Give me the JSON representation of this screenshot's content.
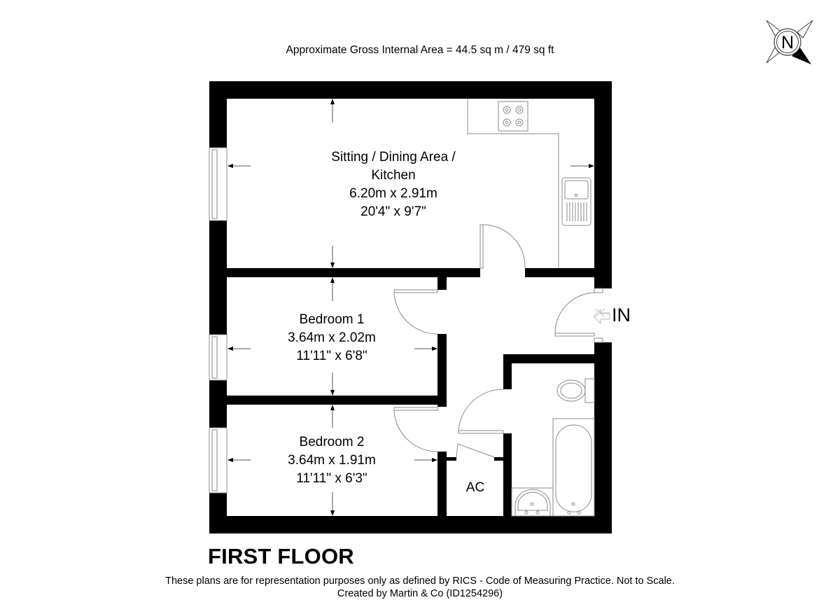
{
  "header": {
    "gross_area": "Approximate Gross Internal Area = 44.5 sq m / 479 sq ft"
  },
  "compass": {
    "icon": "north-compass-icon",
    "label": "N"
  },
  "rooms": [
    {
      "id": "sitting",
      "name_line1": "Sitting / Dining Area /",
      "name_line2": "Kitchen",
      "metric": "6.20m x 2.91m",
      "imperial": "20'4\" x 9'7\""
    },
    {
      "id": "bedroom1",
      "name": "Bedroom 1",
      "metric": "3.64m x 2.02m",
      "imperial": "11'11\" x 6'8\""
    },
    {
      "id": "bedroom2",
      "name": "Bedroom 2",
      "metric": "3.64m x 1.91m",
      "imperial": "11'11\" x 6'3\""
    },
    {
      "id": "airing_cupboard",
      "name": "AC"
    }
  ],
  "entrance": {
    "label": "IN",
    "icon": "entrance-arrow-icon"
  },
  "fixtures": [
    "hob-icon",
    "sink-icon",
    "toilet-icon",
    "bath-icon",
    "basin-icon"
  ],
  "footer": {
    "floor_title": "FIRST FLOOR",
    "disclaimer": "These plans are for representation purposes only as defined by RICS - Code of Measuring Practice. Not to Scale.",
    "credit": "Created by Martin & Co (ID1254296)"
  },
  "colors": {
    "wall": "#000000",
    "fixture_line": "#8a8a8a",
    "background": "#ffffff"
  }
}
